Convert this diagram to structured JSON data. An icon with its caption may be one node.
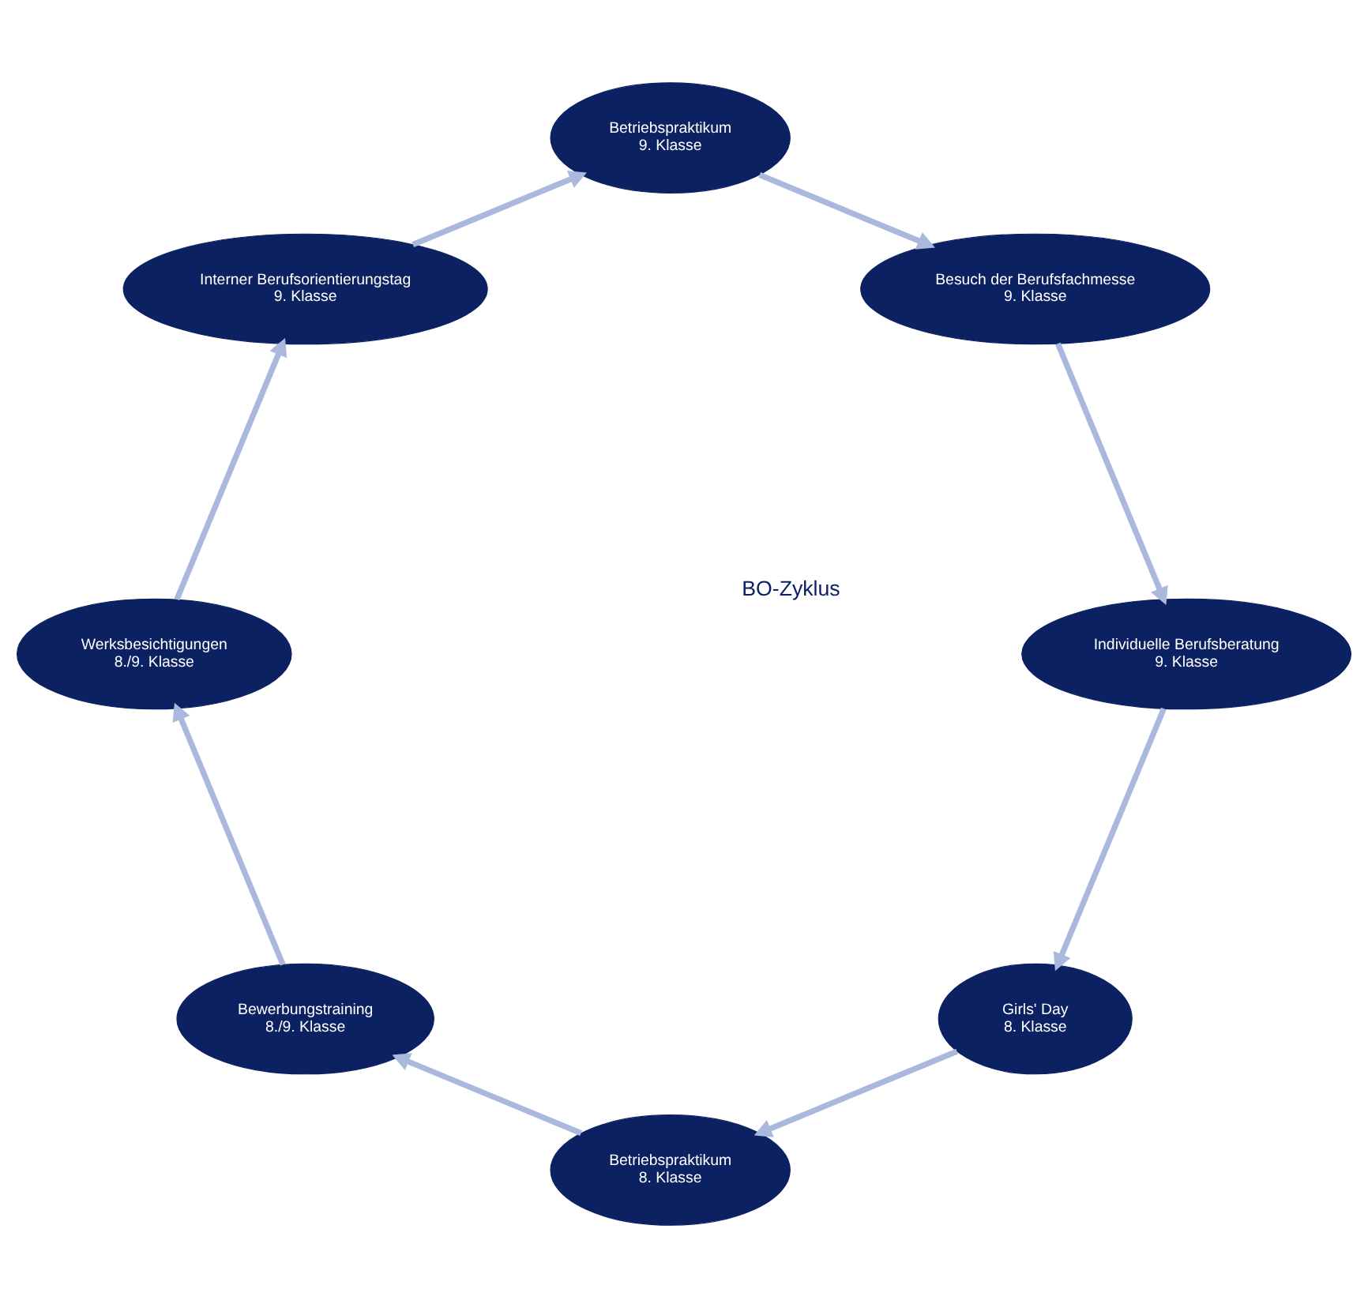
{
  "diagram": {
    "nodes": [
      {
        "text": [
          "Girls' Day",
          "8. Klasse"
        ]
      },
      {
        "text": [
          "Betriebspraktikum",
          "8. Klasse"
        ]
      },
      {
        "text": [
          "Bewerbungstraining",
          "8./9. Klasse"
        ]
      },
      {
        "text": [
          "Werksbesichtigungen",
          "8./9. Klasse"
        ]
      },
      {
        "text": [
          "Interner Berufsorientierungstag",
          "9. Klasse"
        ]
      },
      {
        "text": [
          "Betriebspraktikum",
          "9. Klasse"
        ]
      },
      {
        "text": [
          "Besuch der Berufsfachmesse",
          "9. Klasse"
        ]
      },
      {
        "text": [
          "Individuelle Berufsberatung",
          "9. Klasse"
        ]
      }
    ],
    "edges": [
      {
        "from": 0,
        "to": 1,
        "arrow": "to"
      },
      {
        "from": 1,
        "to": 2,
        "arrow": "to"
      },
      {
        "from": 2,
        "to": 3,
        "arrow": "to"
      },
      {
        "from": 3,
        "to": 4,
        "arrow": "to"
      },
      {
        "from": 4,
        "to": 5,
        "arrow": "to"
      },
      {
        "from": 5,
        "to": 6,
        "arrow": "to"
      },
      {
        "from": 6,
        "to": 7,
        "arrow": "to"
      },
      {
        "from": 7,
        "to": 0,
        "arrow": "to"
      }
    ],
    "labels": [
      "BO-Zyklus"
    ]
  }
}
